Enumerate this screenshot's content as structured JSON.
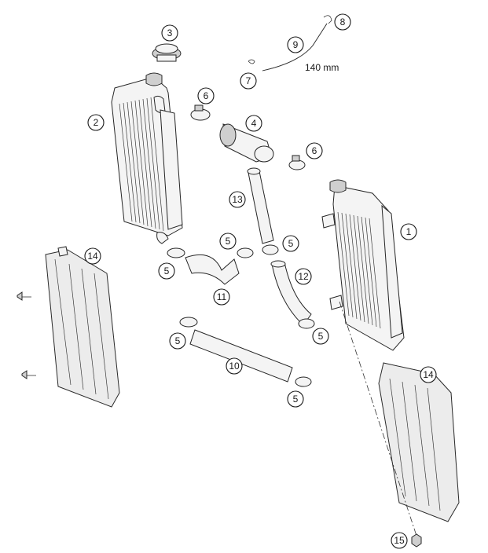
{
  "diagram": {
    "dimension_label": "140 mm",
    "callouts": [
      {
        "id": "callout-1",
        "num": "1"
      },
      {
        "id": "callout-2",
        "num": "2"
      },
      {
        "id": "callout-3",
        "num": "3"
      },
      {
        "id": "callout-4",
        "num": "4"
      },
      {
        "id": "callout-5a",
        "num": "5"
      },
      {
        "id": "callout-5b",
        "num": "5"
      },
      {
        "id": "callout-5c",
        "num": "5"
      },
      {
        "id": "callout-5d",
        "num": "5"
      },
      {
        "id": "callout-5e",
        "num": "5"
      },
      {
        "id": "callout-5f",
        "num": "5"
      },
      {
        "id": "callout-6a",
        "num": "6"
      },
      {
        "id": "callout-6b",
        "num": "6"
      },
      {
        "id": "callout-7",
        "num": "7"
      },
      {
        "id": "callout-8",
        "num": "8"
      },
      {
        "id": "callout-9",
        "num": "9"
      },
      {
        "id": "callout-10",
        "num": "10"
      },
      {
        "id": "callout-11",
        "num": "11"
      },
      {
        "id": "callout-12",
        "num": "12"
      },
      {
        "id": "callout-13",
        "num": "13"
      },
      {
        "id": "callout-14a",
        "num": "14"
      },
      {
        "id": "callout-14b",
        "num": "14"
      },
      {
        "id": "callout-15",
        "num": "15"
      }
    ]
  }
}
